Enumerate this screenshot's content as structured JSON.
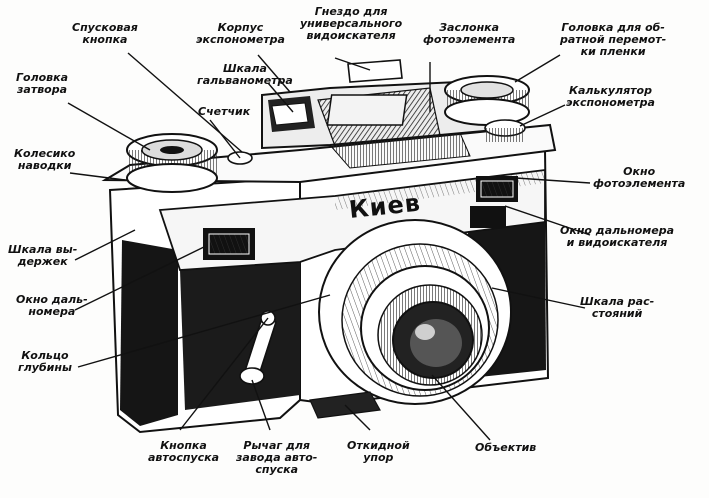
{
  "brand": "Киев",
  "labels": {
    "shutter_button": "Спусковая\nкнопка",
    "meter_body": "Корпус\nэкспонометра",
    "finder_shoe": "Гнездо для\nуниверсального\nвидоискателя",
    "cell_cover": "Заслонка\nфотоэлемента",
    "rewind_knob": "Головка для об-\nратной перемот-\nки пленки",
    "galvanometer_scale": "Шкала\nгальванометра",
    "shutter_knob": "Головка\nзатвора",
    "counter": "Счетчик",
    "meter_calculator": "Калькулятор\nэкспонометра",
    "focus_wheel": "Колесико\nнаводки",
    "cell_window": "Окно\nфотоэлемента",
    "rangefinder_window_right": "Окно дальномера\nи видоискателя",
    "speed_scale": "Шкала вы-\nдержек",
    "rangefinder_window_left": "Окно даль-\nномера",
    "distance_scale": "Шкала рас-\nстояний",
    "depth_ring": "Кольцо\nглубины",
    "self_timer_button": "Кнопка\nавтоспуска",
    "self_timer_lever": "Рычаг для\nзавода авто-\nспуска",
    "folding_stop": "Откидной\nупор",
    "lens": "Объектив"
  }
}
